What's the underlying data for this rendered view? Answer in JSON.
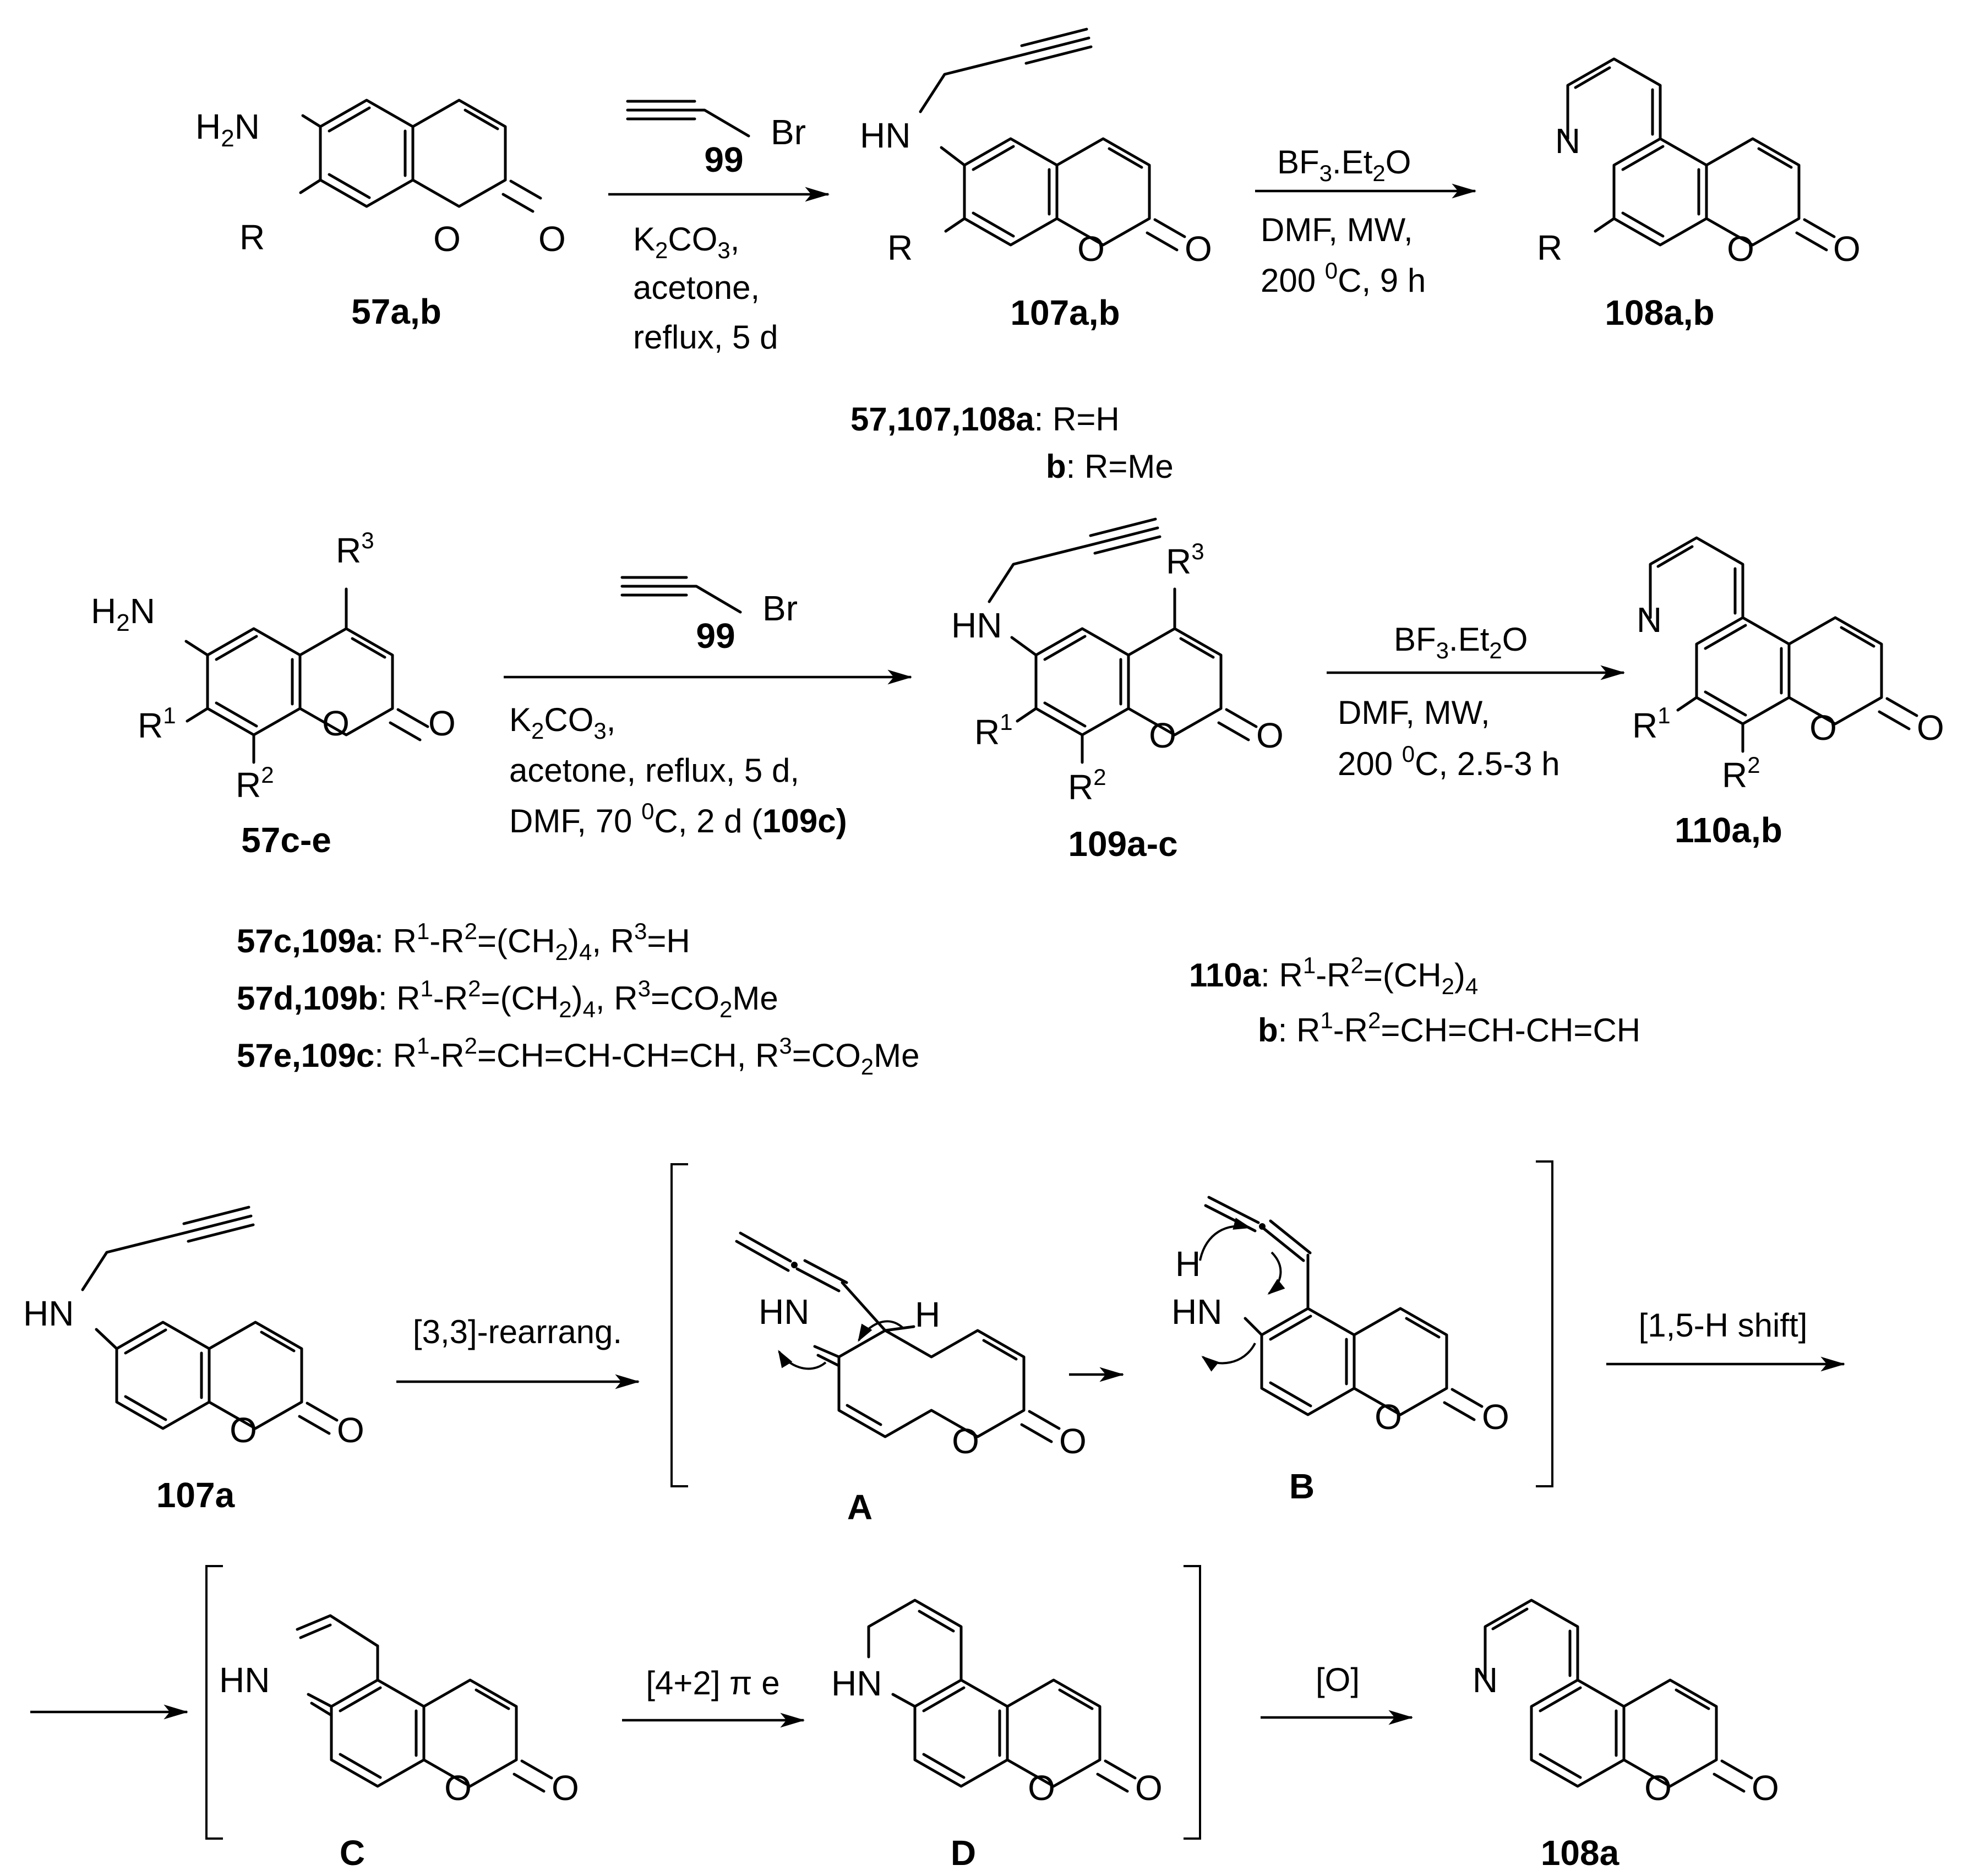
{
  "row1": {
    "c57ab": {
      "nh2": "H",
      "nh2_sub": "2",
      "nh2_n": "N",
      "r": "R",
      "o_ring": "O",
      "o_carbonyl": "O",
      "label": "57a,b"
    },
    "c107ab": {
      "hn": "HN",
      "r": "R",
      "o_ring": "O",
      "o_carbonyl": "O",
      "label": "107a,b"
    },
    "c108ab": {
      "n": "N",
      "r": "R",
      "o_ring": "O",
      "o_carbonyl": "O",
      "label": "108a,b"
    },
    "reagent99": {
      "br": "Br",
      "label": "99"
    },
    "cond1": {
      "k2co3_a": "K",
      "k2co3_sub1": "2",
      "k2co3_b": "CO",
      "k2co3_sub2": "3",
      "k2co3_c": ",",
      "line2": "acetone,",
      "line3": "reflux, 5 d"
    },
    "cond2": {
      "bf3_a": "BF",
      "bf3_sub1": "3",
      "bf3_b": ".Et",
      "bf3_sub2": "2",
      "bf3_c": "O",
      "line2": "DMF,  MW,",
      "line3_a": "200 ",
      "line3_sup": "0",
      "line3_b": "C, 9 h"
    },
    "def_a_bold": "57,107,108a",
    "def_a_rest": ": R=H",
    "def_b_bold": "b",
    "def_b_rest": ": R=Me"
  },
  "row2": {
    "c57ce": {
      "nh2": "H",
      "nh2_sub": "2",
      "nh2_n": "N",
      "r3": "R",
      "r3_sup": "3",
      "r1": "R",
      "r1_sup": "1",
      "r2": "R",
      "r2_sup": "2",
      "o_ring": "O",
      "o_carbonyl": "O",
      "label": "57c-e"
    },
    "c109ac": {
      "hn": "HN",
      "r3": "R",
      "r3_sup": "3",
      "r1": "R",
      "r1_sup": "1",
      "r2": "R",
      "r2_sup": "2",
      "o_ring": "O",
      "o_carbonyl": "O",
      "label": "109a-c"
    },
    "c110ab": {
      "n": "N",
      "r1": "R",
      "r1_sup": "1",
      "r2": "R",
      "r2_sup": "2",
      "o_ring": "O",
      "o_carbonyl": "O",
      "label": "110a,b"
    },
    "reagent99": {
      "br": "Br",
      "label": "99"
    },
    "cond1": {
      "k2co3_a": "K",
      "k2co3_sub1": "2",
      "k2co3_b": "CO",
      "k2co3_sub2": "3",
      "k2co3_c": ",",
      "line2": "acetone, reflux, 5 d,",
      "line3_a": "DMF,  70 ",
      "line3_sup": "0",
      "line3_b": "C, 2 d (",
      "line3_bold": "109c)"
    },
    "cond2": {
      "bf3_a": "BF",
      "bf3_sub1": "3",
      "bf3_b": ".Et",
      "bf3_sub2": "2",
      "bf3_c": "O",
      "line2": "DMF,  MW,",
      "line3_a": "200 ",
      "line3_sup": "0",
      "line3_b": "C, 2.5-3 h"
    },
    "def1": {
      "bold": "57c,109a",
      "t1": ": R",
      "s1": "1",
      "t2": "-R",
      "s2": "2",
      "t3": "=(CH",
      "s3": "2",
      "t4": ")",
      "s4": "4",
      "t5": ", R",
      "s5": "3",
      "t6": "=H"
    },
    "def2": {
      "bold": "57d,109b",
      "t1": ": R",
      "s1": "1",
      "t2": "-R",
      "s2": "2",
      "t3": "=(CH",
      "s3": "2",
      "t4": ")",
      "s4": "4",
      "t5": ", R",
      "s5": "3",
      "t6": "=CO",
      "s6": "2",
      "t7": "Me"
    },
    "def3": {
      "bold": "57e,109c",
      "t1": ": R",
      "s1": "1",
      "t2": "-R",
      "s2": "2",
      "t3": "=CH=CH-CH=CH, R",
      "s3": "3",
      "t4": "=CO",
      "s4": "2",
      "t5": "Me"
    },
    "def4": {
      "bold": "110a",
      "t1": ": R",
      "s1": "1",
      "t2": "-R",
      "s2": "2",
      "t3": "=(CH",
      "s3": "2",
      "t4": ")",
      "s4": "4"
    },
    "def5": {
      "bold": "b",
      "t1": ": R",
      "s1": "1",
      "t2": "-R",
      "s2": "2",
      "t3": "=CH=CH-CH=CH"
    }
  },
  "row3": {
    "c107a": {
      "hn": "HN",
      "o_ring": "O",
      "o_carbonyl": "O",
      "label": "107a"
    },
    "arrow1": "[3,3]-rearrang.",
    "cA": {
      "hn": "HN",
      "h": "H",
      "o_ring": "O",
      "o_carbonyl": "O",
      "label": "A"
    },
    "cB": {
      "h": "H",
      "hn": "HN",
      "o_ring": "O",
      "o_carbonyl": "O",
      "label": "B"
    },
    "arrow3": "[1,5-H shift]"
  },
  "row4": {
    "cC": {
      "hn": "HN",
      "o_ring": "O",
      "o_carbonyl": "O",
      "label": "C"
    },
    "arrow1": "[4+2] π e",
    "cD": {
      "hn": "HN",
      "o_ring": "O",
      "o_carbonyl": "O",
      "label": "D"
    },
    "arrow2": "[O]",
    "c108a": {
      "n": "N",
      "o_ring": "O",
      "o_carbonyl": "O",
      "label": "108a"
    }
  }
}
